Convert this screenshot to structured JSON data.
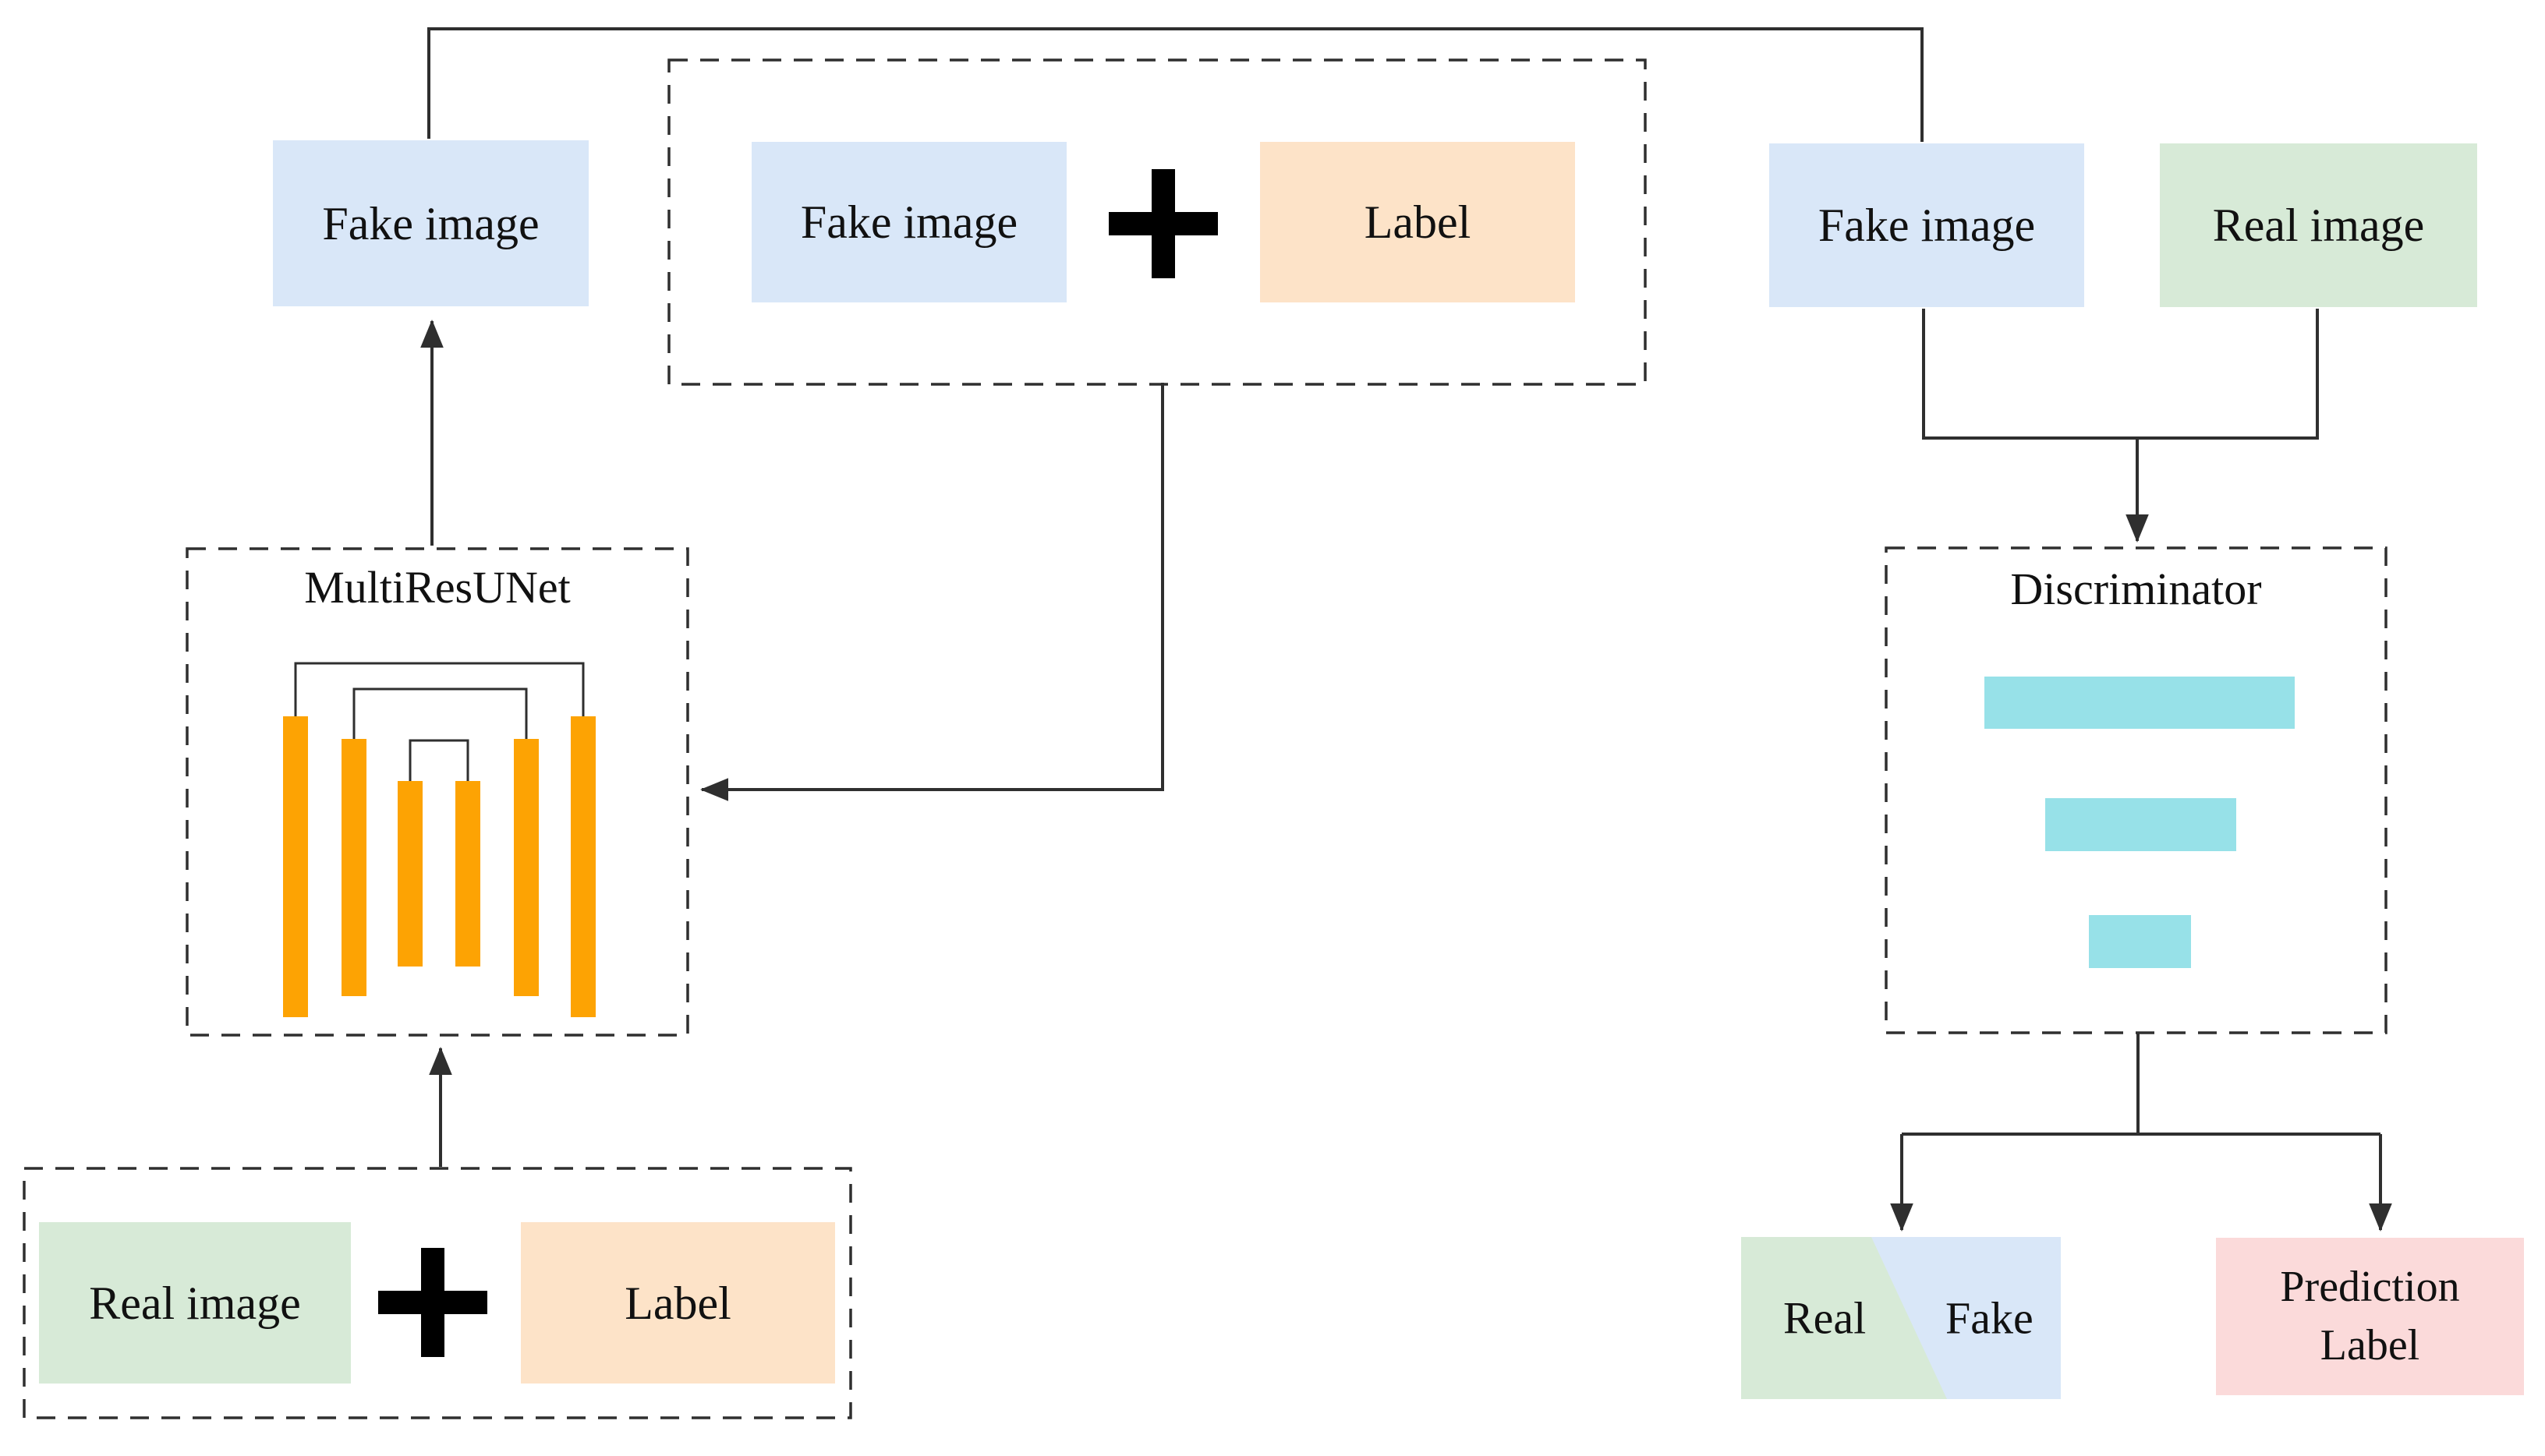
{
  "colors": {
    "box_blue": "#d9e7f8",
    "box_green": "#d7ead7",
    "box_orange": "#fde3c8",
    "box_pink": "#fbdada",
    "bar_orange": "#fda303",
    "bar_teal": "#97e1e8",
    "line": "#2f2f2f",
    "text": "#111111"
  },
  "generator_branch": {
    "output_box": "Fake image",
    "generator_title": "MultiResUNet",
    "input_pair": {
      "image": "Real image",
      "operator": "plus-icon",
      "label": "Label"
    },
    "recycled_pair": {
      "image": "Fake image",
      "operator": "plus-icon",
      "label": "Label"
    }
  },
  "discriminator_branch": {
    "inputs": {
      "fake": "Fake image",
      "real": "Real image"
    },
    "discriminator_title": "Discriminator",
    "outputs": {
      "real_fake": {
        "real": "Real",
        "fake": "Fake"
      },
      "prediction": "Prediction Label"
    }
  }
}
